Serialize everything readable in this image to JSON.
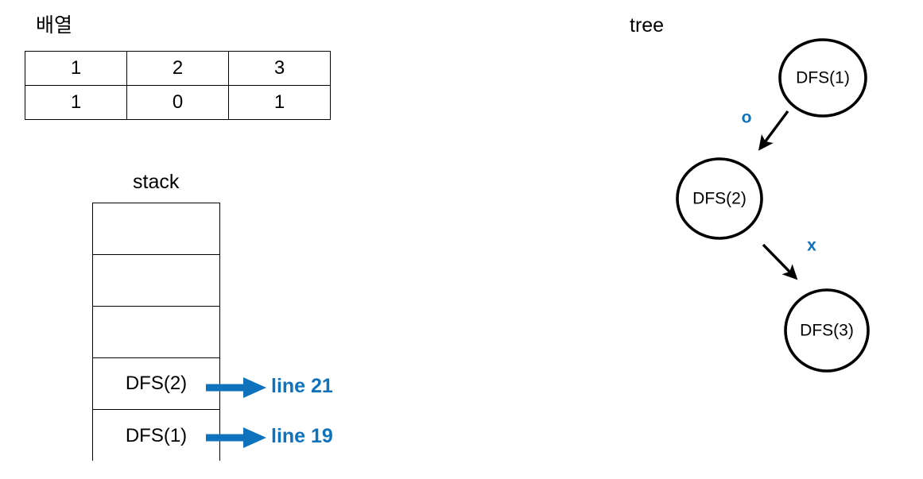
{
  "array_section": {
    "title": "배열",
    "rows": [
      [
        "1",
        "2",
        "3"
      ],
      [
        "1",
        "0",
        "1"
      ]
    ]
  },
  "stack_section": {
    "title": "stack",
    "cells": [
      {
        "label": "",
        "annotation": ""
      },
      {
        "label": "",
        "annotation": ""
      },
      {
        "label": "",
        "annotation": ""
      },
      {
        "label": "DFS(2)",
        "annotation": "line 21"
      },
      {
        "label": "DFS(1)",
        "annotation": "line 19"
      }
    ]
  },
  "tree_section": {
    "title": "tree",
    "nodes": [
      {
        "id": "dfs1",
        "label": "DFS(1)"
      },
      {
        "id": "dfs2",
        "label": "DFS(2)"
      },
      {
        "id": "dfs3",
        "label": "DFS(3)"
      }
    ],
    "edges": [
      {
        "from": "dfs1",
        "to": "dfs2",
        "label": "o"
      },
      {
        "from": "dfs2",
        "to": "dfs3",
        "label": "x"
      }
    ]
  },
  "colors": {
    "accent_blue": "#0F72BC",
    "stroke_black": "#000000",
    "background": "#FFFFFF"
  }
}
